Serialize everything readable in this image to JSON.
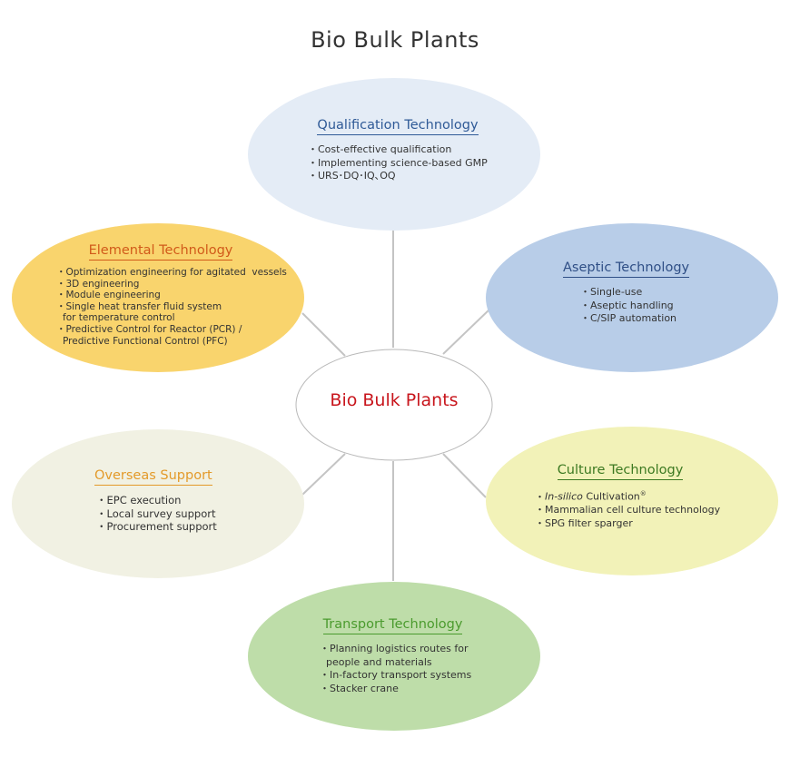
{
  "title": "Bio Bulk Plants",
  "center": {
    "label": "Bio Bulk Plants"
  },
  "colors": {
    "qualification": {
      "fill": "#e4ecf6",
      "title": "#2f5a97"
    },
    "aseptic": {
      "fill": "#b8cde8",
      "title": "#2f4f86"
    },
    "elemental": {
      "fill": "#f9d46d",
      "title": "#d15a1a"
    },
    "overseas": {
      "fill": "#f1f1e3",
      "title": "#e39a2a"
    },
    "culture": {
      "fill": "#f2f2b8",
      "title": "#3d7a22"
    },
    "transport": {
      "fill": "#bedda9",
      "title": "#4b9b2e"
    },
    "connector": "#c4c4c4",
    "center_stroke": "#b9b9b9",
    "center_text": "#c8161d"
  },
  "nodes": {
    "qualification": {
      "title": "Qualification Technology",
      "items": [
        "Cost-effective qualification",
        "Implementing science-based GMP",
        "URS･DQ･IQ､OQ"
      ]
    },
    "aseptic": {
      "title": "Aseptic Technology",
      "items": [
        "Single-use",
        "Aseptic handling",
        "C/SIP automation"
      ]
    },
    "elemental": {
      "title": "Elemental Technology",
      "items": [
        "Optimization engineering for agitated  vessels",
        "3D engineering",
        "Module engineering",
        "Single heat transfer fluid system",
        "for temperature control",
        "Predictive Control for Reactor (PCR) /",
        "Predictive Functional Control (PFC)"
      ]
    },
    "overseas": {
      "title": "Overseas Support",
      "items": [
        "EPC execution",
        "Local survey support",
        "Procurement support"
      ]
    },
    "culture": {
      "title": "Culture Technology",
      "items": [
        "In-silico",
        "Cultivation",
        "®",
        "Mammalian cell culture technology",
        "SPG filter sparger"
      ]
    },
    "transport": {
      "title": "Transport Technology",
      "items": [
        "Planning logistics routes for",
        "people and materials",
        "In-factory transport systems",
        "Stacker crane"
      ]
    }
  }
}
